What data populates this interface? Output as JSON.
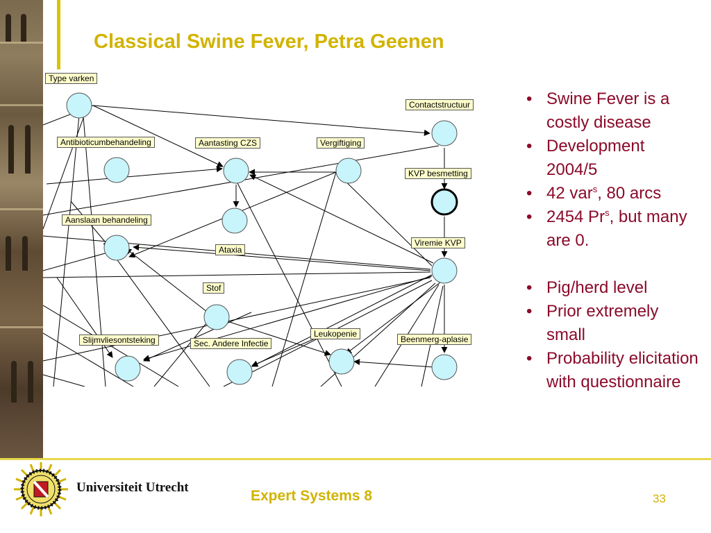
{
  "slide": {
    "title": "Classical Swine Fever, Petra Geenen",
    "footer_course": "Expert Systems 8",
    "page_number": "33",
    "university": "Universiteit Utrecht"
  },
  "colors": {
    "title": "#d2b300",
    "bullet_text": "#8b0a2a",
    "node_fill": "#c8f4fb",
    "label_fill": "#ffffcc"
  },
  "diagram": {
    "labels": {
      "type_varken": "Type varken",
      "contactstructuur": "Contactstructuur",
      "antibioticumbehandeling": "Antibioticumbehandeling",
      "aantasting_czs": "Aantasting CZS",
      "vergiftiging": "Vergiftiging",
      "kvp_besmetting": "KVP besmetting",
      "aanslaan_behandeling": "Aanslaan behandeling",
      "viremie_kvp": "Viremie KVP",
      "ataxia": "Ataxia",
      "stof": "Stof",
      "leukopenie": "Leukopenie",
      "slijmvliesontsteking": "Slijmvliesontsteking",
      "sec_andere_infectie": "Sec. Andere Infectie",
      "beenmerg_aplasie": "Beenmerg-aplasie"
    }
  },
  "bullets": {
    "b1": "Swine Fever is a costly disease",
    "b2": "Development 2004/5",
    "b3_pre": "42 var",
    "b3_sup": "s",
    "b3_post": ", 80 arcs",
    "b4_pre": "2454 Pr",
    "b4_sup": "s",
    "b4_post": ", but many are 0.",
    "b5": "Pig/herd level",
    "b6": "Prior extremely small",
    "b7": "Probability elicitation with questionnaire"
  }
}
